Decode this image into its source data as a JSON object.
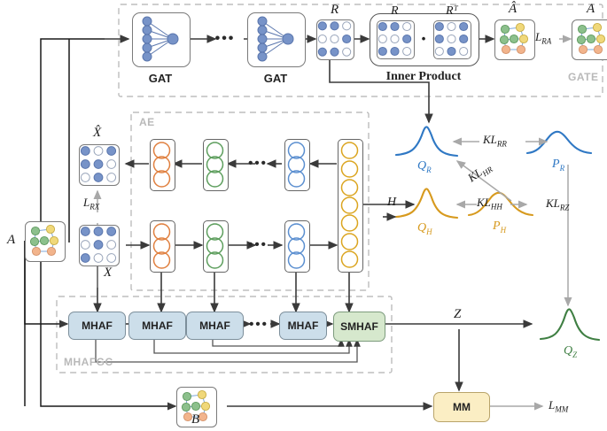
{
  "diagram": {
    "title": "Deep graph clustering architecture with GATE, AE and MHAFGC modules",
    "groups": [
      {
        "name": "GATE",
        "label": "GATE"
      },
      {
        "name": "AE",
        "label": "AE"
      },
      {
        "name": "MHAFGC",
        "label": "MHAFGC"
      }
    ],
    "gate": {
      "gat1_label": "GAT",
      "gat2_label": "GAT",
      "ellipsis": "•••",
      "r_label": "R",
      "inner_product_label": "Inner Product",
      "ip_r_label": "R",
      "ip_rt_label": "Rᵀ",
      "multiply_symbol": "•",
      "a_hat_label": "Â",
      "a_label": "A",
      "loss_ra_label": "Lʀᴀ",
      "loss_ra_sub": "RA",
      "loss_ra_base": "L"
    },
    "ae": {
      "x_hat_label": "X̂",
      "x_label": "X",
      "loss_rx_base": "L",
      "loss_rx_sub": "RX",
      "h_label": "H",
      "ellipsis": "•••"
    },
    "left_inputs": {
      "a_label": "A",
      "b_label": "B"
    },
    "mhafgc": {
      "blocks": [
        "MHAF",
        "MHAF",
        "MHAF",
        "MHAF"
      ],
      "ellipsis": "•••",
      "final_block": "SMHAF",
      "z_label": "Z"
    },
    "mm": {
      "block_label": "MM",
      "loss_mm_base": "L",
      "loss_mm_sub": "MM"
    },
    "distributions": [
      {
        "name": "q-r",
        "label_base": "Q",
        "label_sub": "R",
        "color": "#2f78c4",
        "shape": "peaked"
      },
      {
        "name": "p-r",
        "label_base": "P",
        "label_sub": "R",
        "color": "#2f78c4",
        "shape": "broad"
      },
      {
        "name": "q-h",
        "label_base": "Q",
        "label_sub": "H",
        "color": "#d79a1e",
        "shape": "peaked"
      },
      {
        "name": "p-h",
        "label_base": "P",
        "label_sub": "H",
        "color": "#d79a1e",
        "shape": "broad"
      },
      {
        "name": "q-z",
        "label_base": "Q",
        "label_sub": "Z",
        "color": "#3f7f43",
        "shape": "peaked"
      }
    ],
    "kl_labels": [
      {
        "name": "kl-rr",
        "base": "KL",
        "sub": "RR"
      },
      {
        "name": "kl-hr",
        "base": "KL",
        "sub": "HR"
      },
      {
        "name": "kl-hh",
        "base": "KL",
        "sub": "HH"
      },
      {
        "name": "kl-rz",
        "base": "KL",
        "sub": "RZ"
      }
    ],
    "matrices": {
      "R": [
        [
          1,
          1,
          0
        ],
        [
          0,
          0,
          1
        ],
        [
          1,
          1,
          0
        ]
      ],
      "R_ip": [
        [
          1,
          1,
          0
        ],
        [
          0,
          0,
          1
        ],
        [
          1,
          1,
          0
        ]
      ],
      "RT": [
        [
          1,
          0,
          1
        ],
        [
          1,
          0,
          1
        ],
        [
          0,
          1,
          0
        ]
      ],
      "X_hat": [
        [
          1,
          0,
          1
        ],
        [
          1,
          1,
          0
        ],
        [
          0,
          1,
          0
        ]
      ],
      "X": [
        [
          1,
          1,
          1
        ],
        [
          0,
          1,
          0
        ],
        [
          1,
          0,
          0
        ]
      ]
    },
    "colors": {
      "node_blue": "#7793c8",
      "node_blue_edge": "#5a76ad",
      "node_green": "#8cc08c",
      "node_yellow": "#f0d87a",
      "node_orange": "#f2b48c",
      "mhaf_fill": "#ccdeea",
      "smhaf_fill": "#d6e8cd",
      "mm_fill": "#fbeec4",
      "curve_blue": "#2f78c4",
      "curve_orange": "#d79a1e",
      "curve_green": "#3f7f43",
      "arrow_dark": "#3a3a3a",
      "arrow_grey": "#aaaaaa",
      "dash_grey": "#bdbdbd",
      "ae_circle_orange": "#e08040",
      "ae_circle_green": "#5d9e5d",
      "ae_circle_blue": "#5b8fd0",
      "ae_circle_yellow": "#dba520"
    },
    "ae_layers": [
      {
        "name": "dec-orange",
        "color": "#e08040",
        "count": 3
      },
      {
        "name": "dec-green",
        "color": "#5d9e5d",
        "count": 3
      },
      {
        "name": "dec-blue",
        "color": "#5b8fd0",
        "count": 3
      },
      {
        "name": "bottleneck",
        "color": "#dba520",
        "count": 7
      },
      {
        "name": "enc-orange",
        "color": "#e08040",
        "count": 3
      },
      {
        "name": "enc-green",
        "color": "#5d9e5d",
        "count": 3
      },
      {
        "name": "enc-blue",
        "color": "#5b8fd0",
        "count": 3
      }
    ]
  }
}
